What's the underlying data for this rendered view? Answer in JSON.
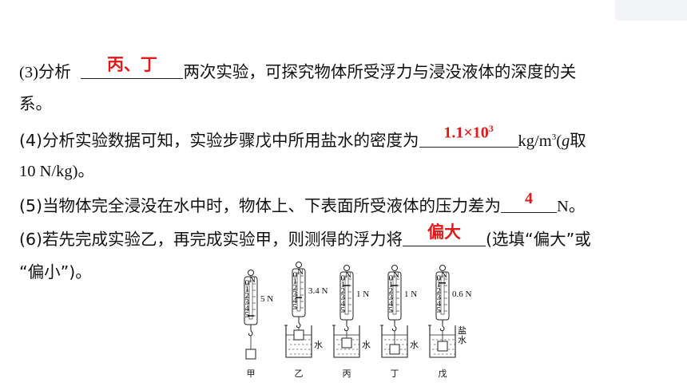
{
  "q3": {
    "prefix": "(3)分析",
    "answer": "丙、丁",
    "suffix": "两次实验，可探究物体所受浮力与浸没液体的深度的关",
    "cont": "系。"
  },
  "q4": {
    "prefix": "(4)分析实验数据可知，实验步骤戊中所用盐水的密度为",
    "answer_base": "1.1×10",
    "answer_exp": "3",
    "unit": "kg/m",
    "unit_exp": "3",
    "unit_tail": "(",
    "g": "g",
    "tail": "取",
    "cont": "10 N/kg)。"
  },
  "q5": {
    "prefix": "(5)当物体完全浸没在水中时，物体上、下表面所受液体的压力差为",
    "answer": "4",
    "suffix": "N。"
  },
  "q6": {
    "prefix": "(6)若先完成实验乙，再完成实验甲，则测得的浮力将",
    "answer": "偏大",
    "suffix": "(选填“偏大”或",
    "cont": "“偏小”)。"
  },
  "figure": {
    "setups": [
      {
        "caption": "甲",
        "reading": "5 N",
        "liquid": ""
      },
      {
        "caption": "乙",
        "reading": "3.4 N",
        "liquid": "水"
      },
      {
        "caption": "丙",
        "reading": "1 N",
        "liquid": "水"
      },
      {
        "caption": "丁",
        "reading": "1 N",
        "liquid": "水"
      },
      {
        "caption": "戊",
        "reading": "0.6 N",
        "liquid": "盐水"
      }
    ],
    "scale_marks": [
      "0",
      "1",
      "2",
      "3",
      "4",
      "5"
    ],
    "scale_unit": "N"
  },
  "colors": {
    "answer": "#e01a1a",
    "text": "#111111"
  }
}
